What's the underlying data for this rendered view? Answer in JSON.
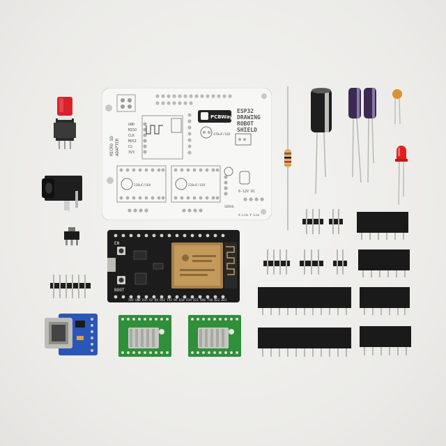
{
  "board": {
    "title_lines": [
      "ESP32",
      "DRAWING",
      "ROBOT",
      "SHIELD"
    ],
    "logo_text": "PCBWay",
    "micro_sd_lines": [
      "MICRO SD",
      "ADAPTER"
    ],
    "pin_labels": [
      "GND",
      "MISO",
      "CLK",
      "MOSI",
      "CS",
      "3V3"
    ],
    "cap_label_1": "470uF/16V",
    "cap_label_2": "220uF/16V",
    "cap_label_3": "220uF/16V",
    "power_label": "6-12V DC",
    "servo_label": "SERVO",
    "limit_label": "X-Lim Y-Lim"
  },
  "esp32": {
    "boot_label": "BOOT",
    "en_label": "EN",
    "bottom_pins": "3V3 GND D15 D2 D4 RX2 TX2 D5 D18 D19 D21 RX0 TX0 D22 D23"
  },
  "colors": {
    "background": "#eeeeec",
    "pcb": "#f7f7f5",
    "esp32_board": "#1c1c1c",
    "driver_board": "#2f8f3a",
    "sd_board": "#2a56b8",
    "button_red": "#d8222a",
    "led_red": "#e0201e"
  }
}
